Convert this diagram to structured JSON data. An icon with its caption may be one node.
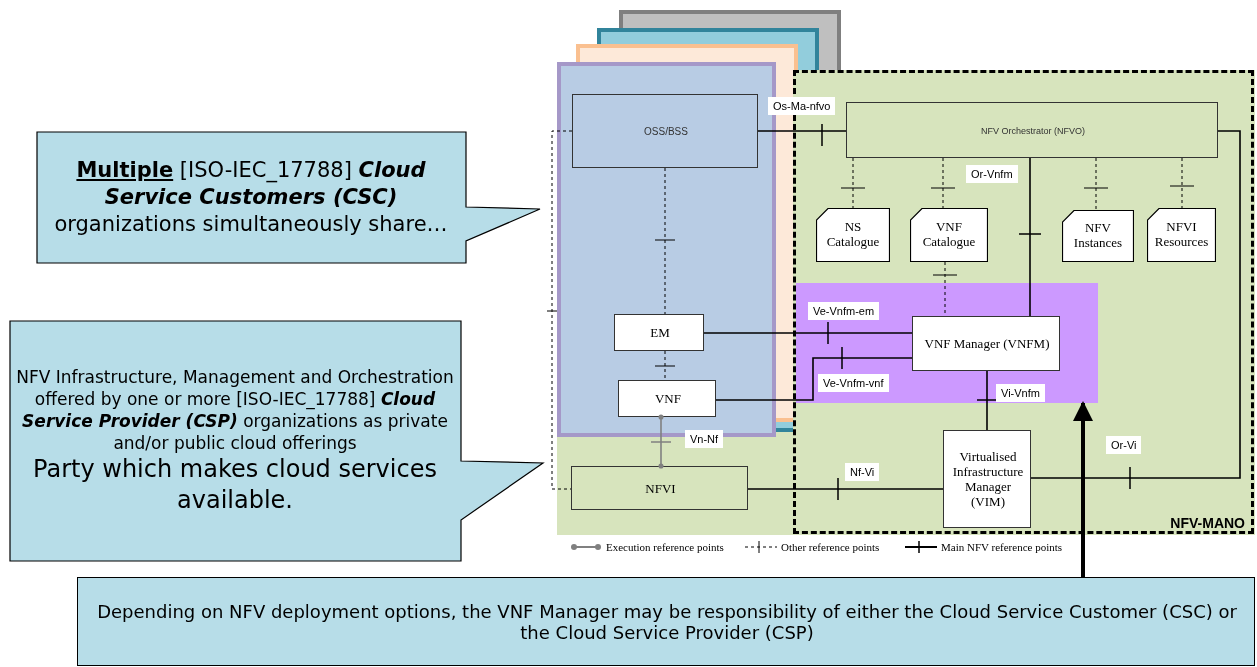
{
  "diagram": {
    "nodes": [
      {
        "text": [
          "**Multiple** [ISO-IEC_17788] *Cloud Service Customers (CSC)* organizations simultaneously share…"
        ]
      },
      {
        "text": [
          "NFV Infrastructure, Management and Orchestration offered by one or more [ISO-IEC_17788] *Cloud Service Provider (CSP)* organizations as private and/or public cloud offerings",
          "Party which makes cloud services available."
        ]
      },
      {
        "text": [],
        "shape": "box"
      },
      {
        "text": [
          "OSS/BSS"
        ],
        "in": 2
      },
      {
        "text": [
          "EM"
        ],
        "in": 2
      },
      {
        "text": [
          "VNF"
        ],
        "in": 2
      },
      {
        "text": [
          "NFV-MANO"
        ]
      },
      {
        "text": [
          "NFV Orchestrator (NFVO)"
        ],
        "in": 6
      },
      {
        "text": [
          "NS Catalogue"
        ],
        "in": 6
      },
      {
        "text": [
          "VNF Catalogue"
        ],
        "in": 6
      },
      {
        "text": [
          "NFV Instances"
        ],
        "in": 6
      },
      {
        "text": [
          "NFVI Resources"
        ],
        "in": 6
      },
      {
        "text": [],
        "shape": "box",
        "in": 6
      },
      {
        "text": [
          "VNF Manager (VNFM)"
        ],
        "in": 12
      },
      {
        "text": [
          "Virtualised Infrastructure Manager (VIM)"
        ],
        "in": 6
      },
      {
        "text": [
          "NFVI"
        ]
      },
      {
        "text": [
          "Depending on NFV deployment options, the VNF Manager may be responsibility of either the Cloud Service Customer (CSC) or the Cloud Service Provider (CSP)"
        ]
      }
    ],
    "edges": [
      {
        "from": 3,
        "to": 7,
        "arrow": "none",
        "label": "Os-Ma-nfvo"
      },
      {
        "from": 3,
        "to": 4,
        "arrow": "none",
        "style": "dashed"
      },
      {
        "from": 4,
        "to": 5,
        "arrow": "none",
        "style": "dashed"
      },
      {
        "from": 4,
        "to": 13,
        "arrow": "none",
        "label": "Ve-Vnfm-em"
      },
      {
        "from": 5,
        "to": 13,
        "arrow": "none",
        "label": "Ve-Vnfm-vnf"
      },
      {
        "from": 5,
        "to": 15,
        "arrow": "other",
        "label": "Vn-Nf",
        "color": "#808080"
      },
      {
        "from": 7,
        "to": 8,
        "arrow": "none",
        "style": "dashed"
      },
      {
        "from": 7,
        "to": 9,
        "arrow": "none",
        "style": "dashed"
      },
      {
        "from": 7,
        "to": 10,
        "arrow": "none",
        "style": "dashed"
      },
      {
        "from": 7,
        "to": 11,
        "arrow": "none",
        "style": "dashed"
      },
      {
        "from": 9,
        "to": 13,
        "arrow": "none",
        "style": "dashed"
      },
      {
        "from": 7,
        "to": 13,
        "arrow": "none",
        "label": "Or-Vnfm"
      },
      {
        "from": 13,
        "to": 14,
        "arrow": "none",
        "label": "Vi-Vnfm"
      },
      {
        "from": 15,
        "to": 14,
        "arrow": "none",
        "label": "Nf-Vi"
      },
      {
        "from": 14,
        "to": 7,
        "arrow": "none",
        "label": "Or-Vi"
      },
      {
        "from": 3,
        "to": 15,
        "arrow": "none",
        "style": "dashed"
      },
      {
        "from": 16,
        "to": 12,
        "arrow": "to",
        "style": "thick"
      }
    ],
    "legend": [
      {
        "text": "Execution reference points"
      },
      {
        "text": "Other reference points"
      },
      {
        "text": "Main NFV reference points"
      }
    ]
  }
}
